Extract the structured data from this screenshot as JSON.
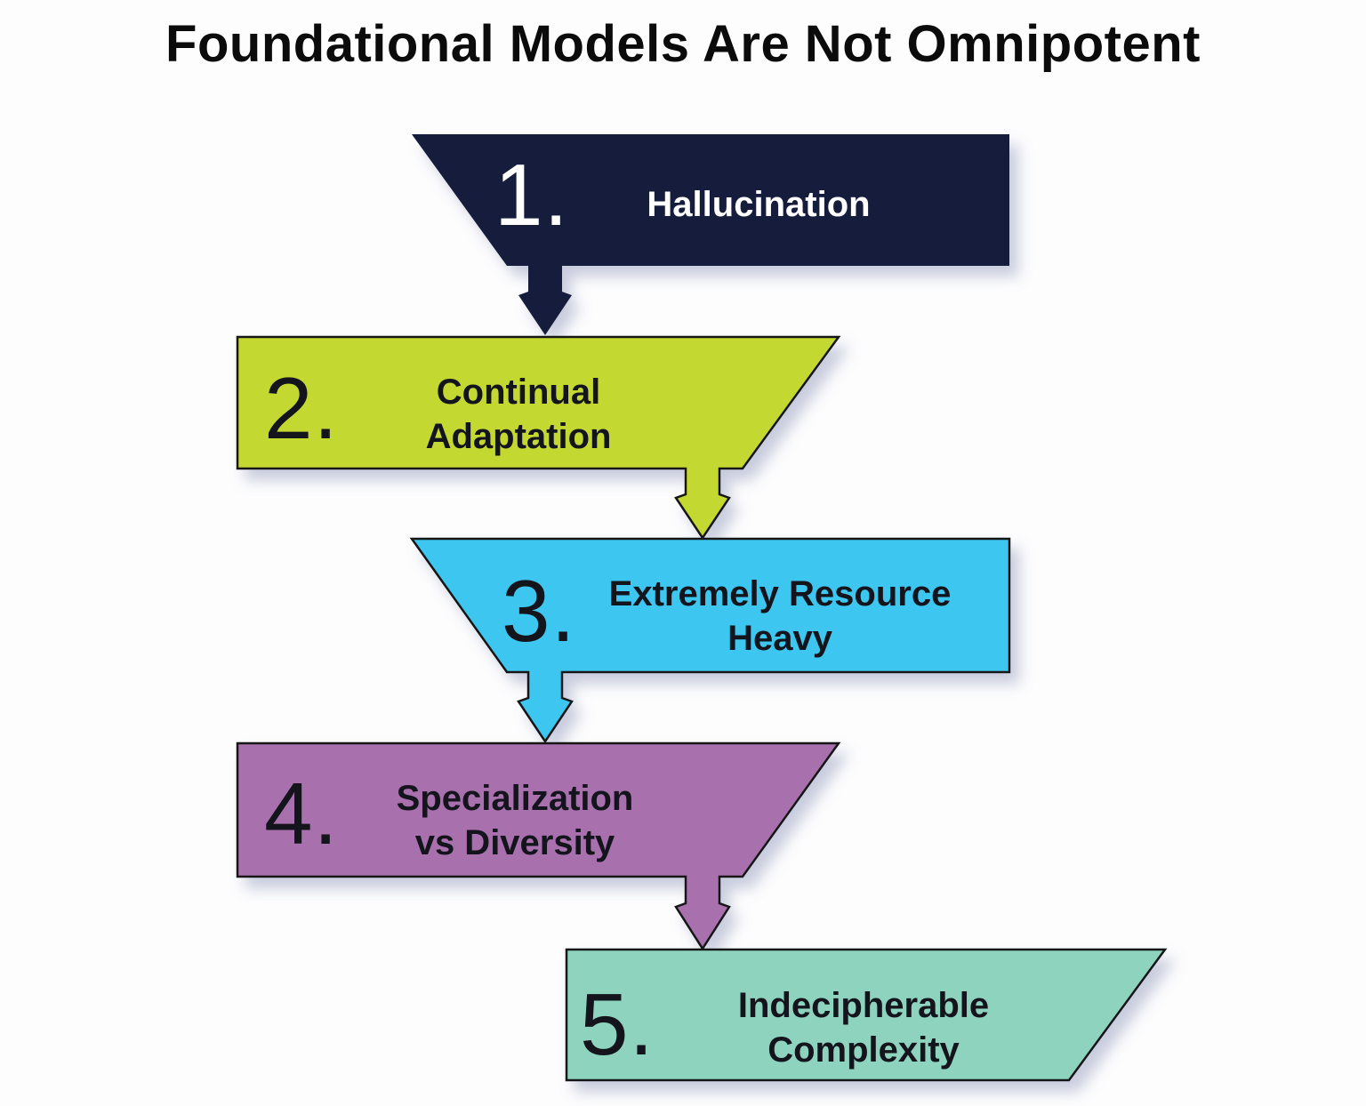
{
  "title": "Foundational Models Are Not Omnipotent",
  "colors": {
    "background": "#fdfdfe",
    "outline": "#151515",
    "shadow": "#7d87ad"
  },
  "steps": [
    {
      "number": "1.",
      "label": "Hallucination",
      "fill": "#131c3a",
      "text_color": "#ffffff"
    },
    {
      "number": "2.",
      "label": "Continual\nAdaptation",
      "fill": "#c4d831",
      "text_color": "#14141c"
    },
    {
      "number": "3.",
      "label": "Extremely Resource\nHeavy",
      "fill": "#3ec6ef",
      "text_color": "#14141c"
    },
    {
      "number": "4.",
      "label": "Specialization\nvs Diversity",
      "fill": "#a96fae",
      "text_color": "#14141c"
    },
    {
      "number": "5.",
      "label": "Indecipherable\nComplexity",
      "fill": "#8ed3be",
      "text_color": "#14141c"
    }
  ]
}
